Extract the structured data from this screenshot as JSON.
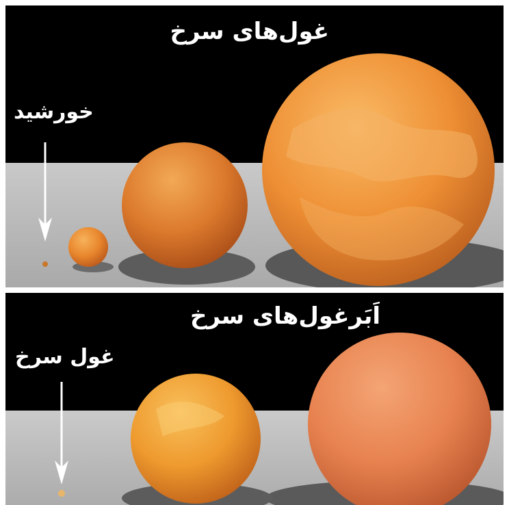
{
  "top_panel": {
    "title": "غول‌های سرخ",
    "sun_label": "خورشید"
  },
  "bottom_panel": {
    "title": "اَبَرغول‌های سرخ",
    "red_giant_label": "غول سرخ"
  },
  "colors": {
    "background": "#000000",
    "floor": "#b4b4b4",
    "star_orange": "#e8852e",
    "star_salmon": "#e98a55"
  }
}
